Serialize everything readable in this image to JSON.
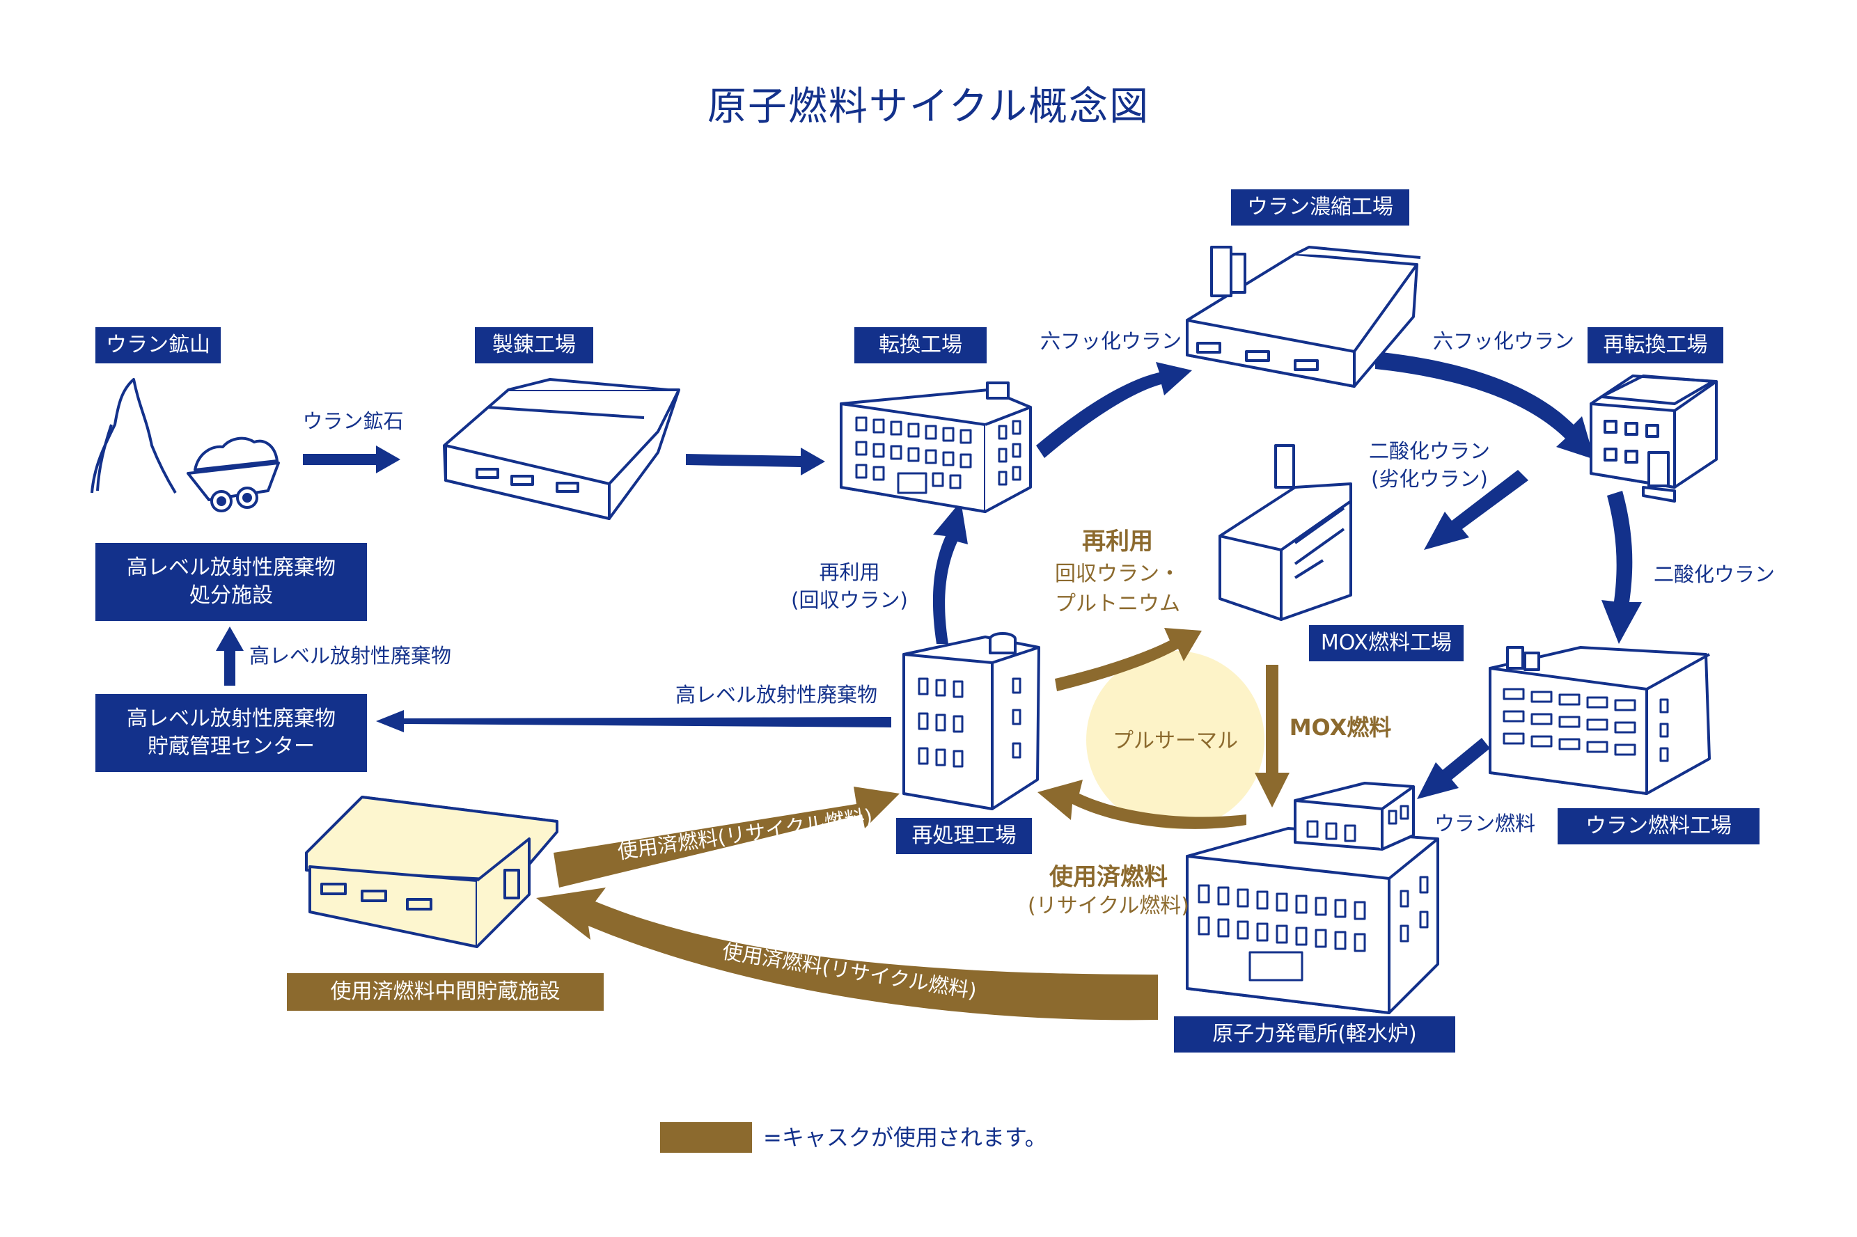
{
  "title": "原子燃料サイクル概念図",
  "colors": {
    "navy": "#13318b",
    "gold": "#8c6a2e",
    "cream": "#fdf6cf",
    "pluthermal": "#fdf3c8"
  },
  "facilities": {
    "mine": "ウラン鉱山",
    "refinery": "製錬工場",
    "conversion": "転換工場",
    "enrichment": "ウラン濃縮工場",
    "reconversion": "再転換工場",
    "mox_plant": "MOX燃料工場",
    "uranium_fuel_plant": "ウラン燃料工場",
    "npp": "原子力発電所(軽水炉)",
    "reprocessing": "再処理工場",
    "hlw_storage_line1": "高レベル放射性廃棄物",
    "hlw_storage_line2": "貯蔵管理センター",
    "hlw_disposal_line1": "高レベル放射性廃棄物",
    "hlw_disposal_line2": "処分施設",
    "interim_storage": "使用済燃料中間貯蔵施設"
  },
  "flows": {
    "ore": "ウラン鉱石",
    "uf6_a": "六フッ化ウラン",
    "uf6_b": "六フッ化ウラン",
    "uo2_depleted_line1": "二酸化ウラン",
    "uo2_depleted_line2": "(劣化ウラン)",
    "uo2": "二酸化ウラン",
    "uranium_fuel": "ウラン燃料",
    "mox_fuel": "MOX燃料",
    "reuse_u_line1": "再利用",
    "reuse_u_line2": "(回収ウラン)",
    "reuse_pu_heading": "再利用",
    "reuse_pu_line1": "回収ウラン・",
    "reuse_pu_line2": "プルトニウム",
    "pluthermal": "プルサーマル",
    "spent_fuel_heading": "使用済燃料",
    "spent_fuel_sub": "(リサイクル燃料)",
    "hlw_to_storage": "高レベル放射性廃棄物",
    "hlw_to_disposal": "高レベル放射性廃棄物",
    "spent_to_reprocessing": "使用済燃料(リサイクル燃料)",
    "spent_to_storage": "使用済燃料(リサイクル燃料)"
  },
  "legend": {
    "text": "=キャスクが使用されます。"
  }
}
